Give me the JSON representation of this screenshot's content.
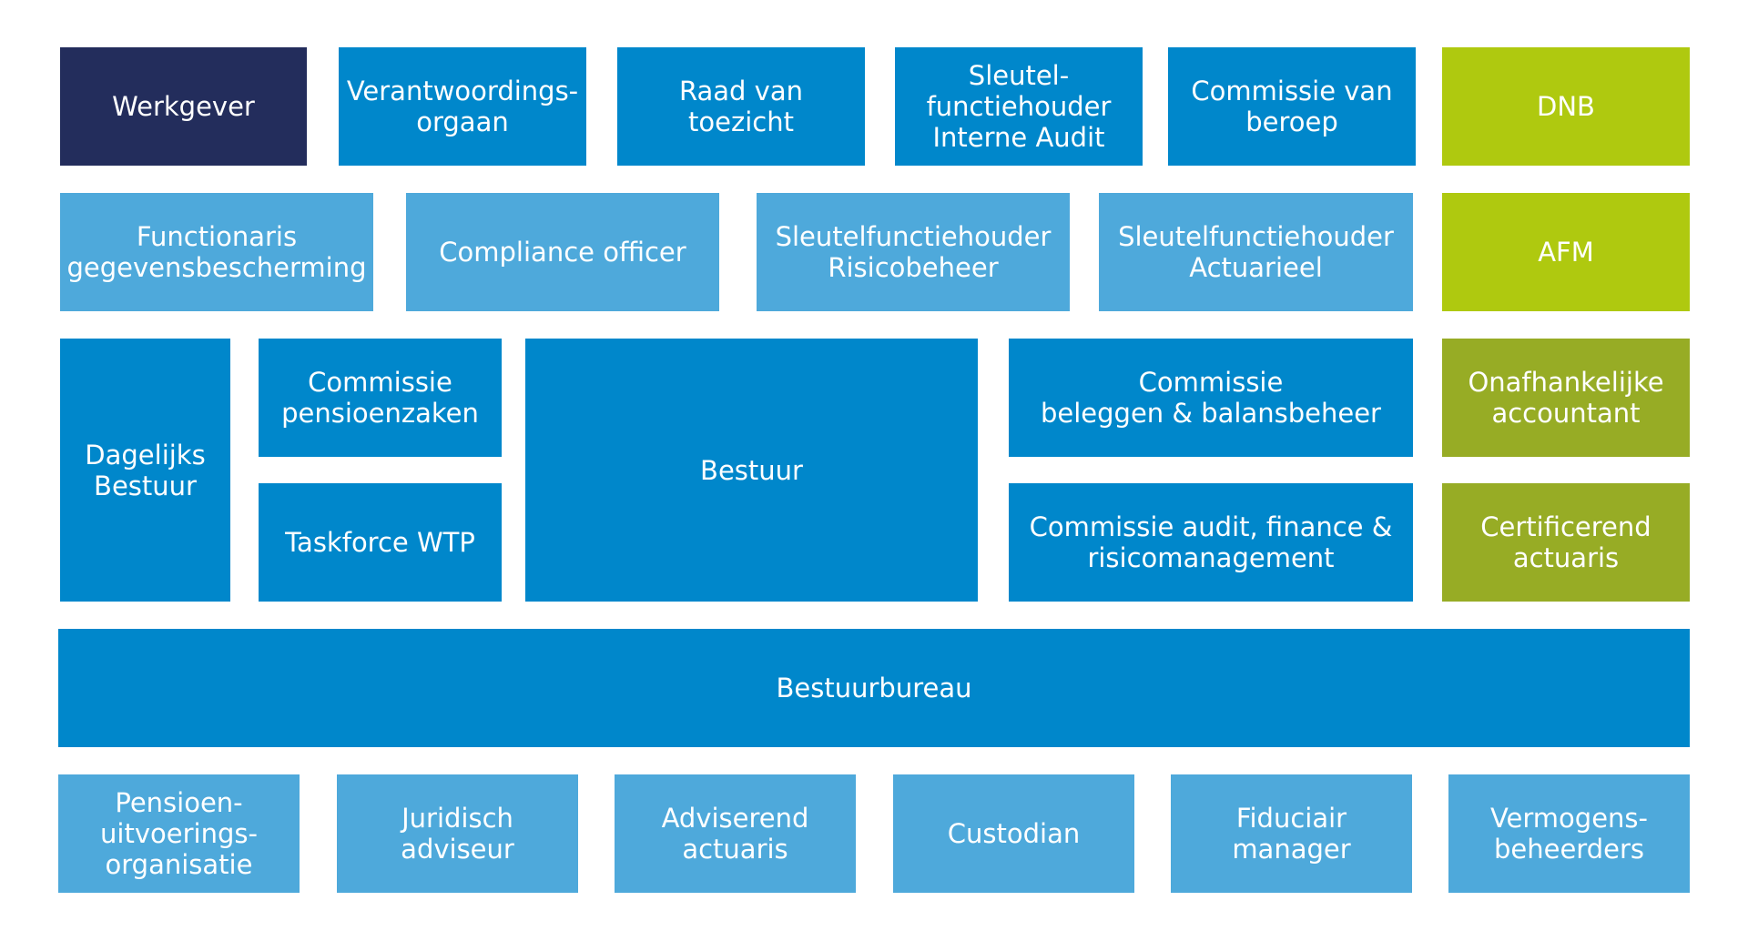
{
  "colors": {
    "navy": "#232d5c",
    "blue": "#0087cb",
    "light_blue": "#4ea9db",
    "lime": "#afc90f",
    "olive": "#97ac25",
    "text": "#ffffff"
  },
  "row1": {
    "werkgever": "Werkgever",
    "verantwoordingsorgaan": "Verantwoordings-\norgaan",
    "raad_van_toezicht": "Raad van\ntoezicht",
    "sleutelfunctiehouder_interne_audit": "Sleutel-\nfunctiehouder\nInterne Audit",
    "commissie_van_beroep": "Commissie van\nberoep",
    "dnb": "DNB"
  },
  "row2": {
    "functionaris_gegevensbescherming": "Functionaris\ngegevensbescherming",
    "compliance_officer": "Compliance officer",
    "sleutelfunctiehouder_risicobeheer": "Sleutelfunctiehouder\nRisicobeheer",
    "sleutelfunctiehouder_actuarieel": "Sleutelfunctiehouder\nActuarieel",
    "afm": "AFM"
  },
  "row3": {
    "dagelijks_bestuur": "Dagelijks\nBestuur",
    "commissie_pensioenzaken": "Commissie\npensioenzaken",
    "taskforce_wtp": "Taskforce WTP",
    "bestuur": "Bestuur",
    "commissie_beleggen": "Commissie\nbeleggen & balansbeheer",
    "commissie_audit": "Commissie audit, finance &\nrisicomanagement",
    "onafhankelijke_accountant": "Onafhankelijke\naccountant",
    "certificerend_actuaris": "Certificerend\nactuaris"
  },
  "row5": {
    "bestuurbureau": "Bestuurbureau"
  },
  "row6": {
    "pensioenuitvoeringsorganisatie": "Pensioen-\nuitvoerings-\norganisatie",
    "juridisch_adviseur": "Juridisch\nadviseur",
    "adviserend_actuaris": "Adviserend\nactuaris",
    "custodian": "Custodian",
    "fiduciair_manager": "Fiduciair\nmanager",
    "vermogensbeheerders": "Vermogens-\nbeheerders"
  }
}
